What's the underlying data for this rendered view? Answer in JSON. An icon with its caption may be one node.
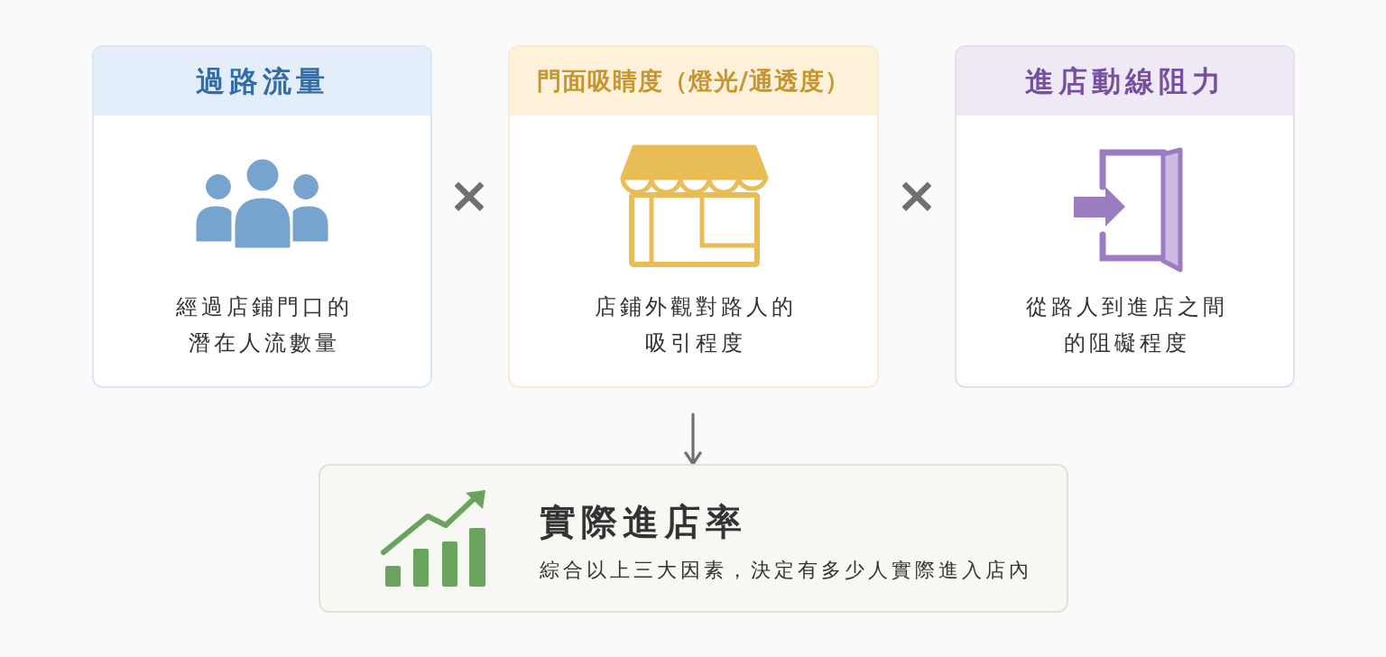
{
  "diagram": {
    "nodes": [
      {
        "text": [
          "過路流量",
          "經過店鋪門口的潛在人流數量"
        ]
      },
      {
        "text": [
          "門面吸睛度（燈光/通透度）",
          "店鋪外觀對路人的吸引程度"
        ]
      },
      {
        "text": [
          "進店動線阻力",
          "從路人到進店之間的阻礙程度"
        ]
      },
      {
        "text": [
          "實際進店率",
          "綜合以上三大因素，決定有多少人實際進入店內"
        ]
      }
    ],
    "edges": [
      {
        "from": null,
        "to": 3,
        "arrow": "to"
      }
    ],
    "labels": [
      "×",
      "×"
    ]
  }
}
